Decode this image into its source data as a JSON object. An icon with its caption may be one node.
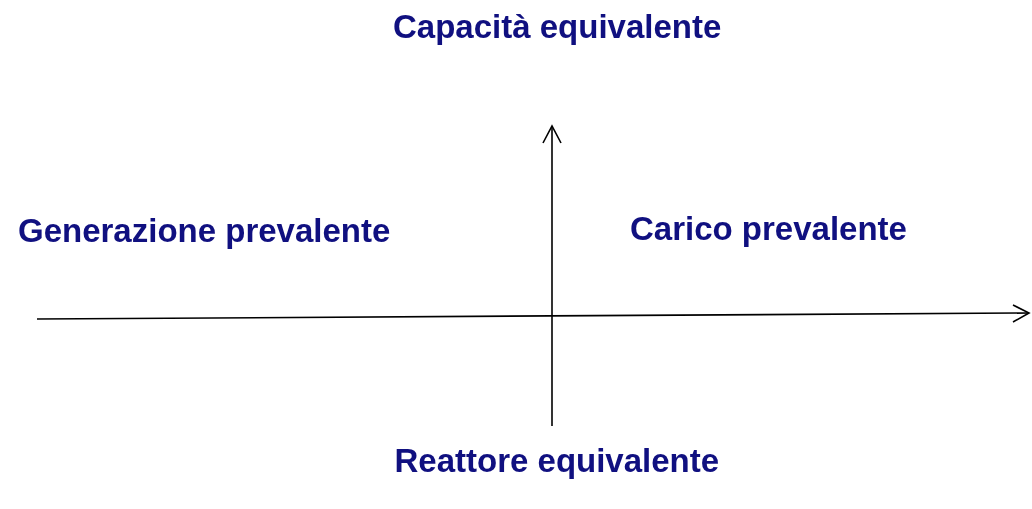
{
  "diagram": {
    "labels": [
      "Capacità equivalente",
      "Generazione prevalente",
      "Carico prevalente",
      "Reattore equivalente"
    ]
  }
}
